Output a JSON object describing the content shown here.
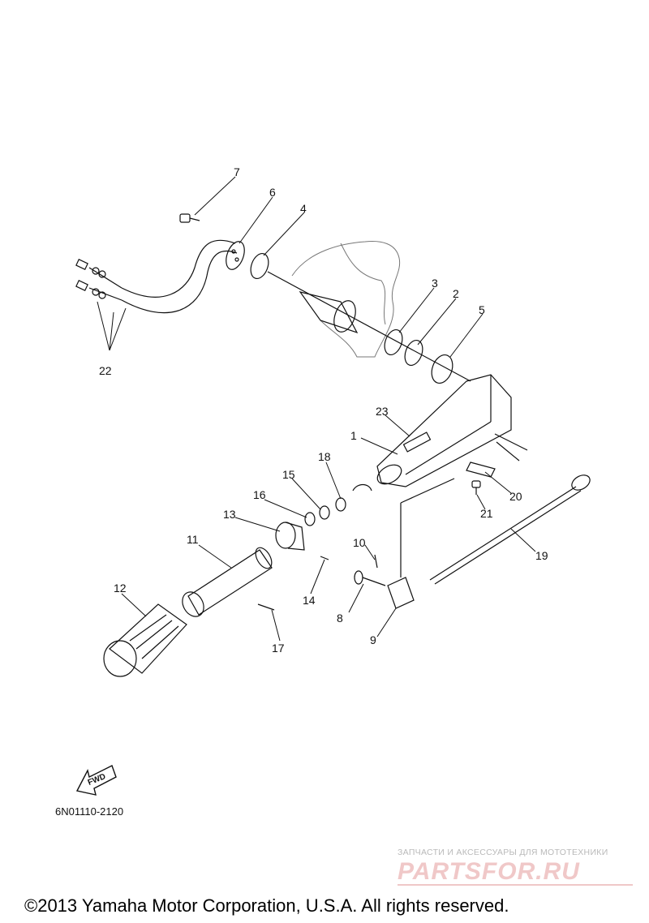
{
  "callouts": [
    {
      "id": "1",
      "label": "1"
    },
    {
      "id": "2",
      "label": "2"
    },
    {
      "id": "3",
      "label": "3"
    },
    {
      "id": "4",
      "label": "4"
    },
    {
      "id": "5",
      "label": "5"
    },
    {
      "id": "6",
      "label": "6"
    },
    {
      "id": "7",
      "label": "7"
    },
    {
      "id": "8",
      "label": "8"
    },
    {
      "id": "9",
      "label": "9"
    },
    {
      "id": "10",
      "label": "10"
    },
    {
      "id": "11",
      "label": "11"
    },
    {
      "id": "12",
      "label": "12"
    },
    {
      "id": "13",
      "label": "13"
    },
    {
      "id": "14",
      "label": "14"
    },
    {
      "id": "15",
      "label": "15"
    },
    {
      "id": "16",
      "label": "16"
    },
    {
      "id": "17",
      "label": "17"
    },
    {
      "id": "18",
      "label": "18"
    },
    {
      "id": "19",
      "label": "19"
    },
    {
      "id": "20",
      "label": "20"
    },
    {
      "id": "21",
      "label": "21"
    },
    {
      "id": "22",
      "label": "22"
    },
    {
      "id": "23",
      "label": "23"
    }
  ],
  "direction_arrow": {
    "label": "FWD",
    "icon": "forward-arrow-icon"
  },
  "diagram_code": "6N01110-2120",
  "watermark": {
    "tagline": "ЗАПЧАСТИ И АКСЕССУАРЫ ДЛЯ МОТОТЕХНИКИ",
    "logo_text": "PARTSFOR.RU"
  },
  "copyright": "©2013 Yamaha Motor Corporation, U.S.A. All rights reserved.",
  "colors": {
    "line": "#111111",
    "watermark_logo": "#f0c8c8",
    "watermark_text": "#b9b9b9"
  }
}
